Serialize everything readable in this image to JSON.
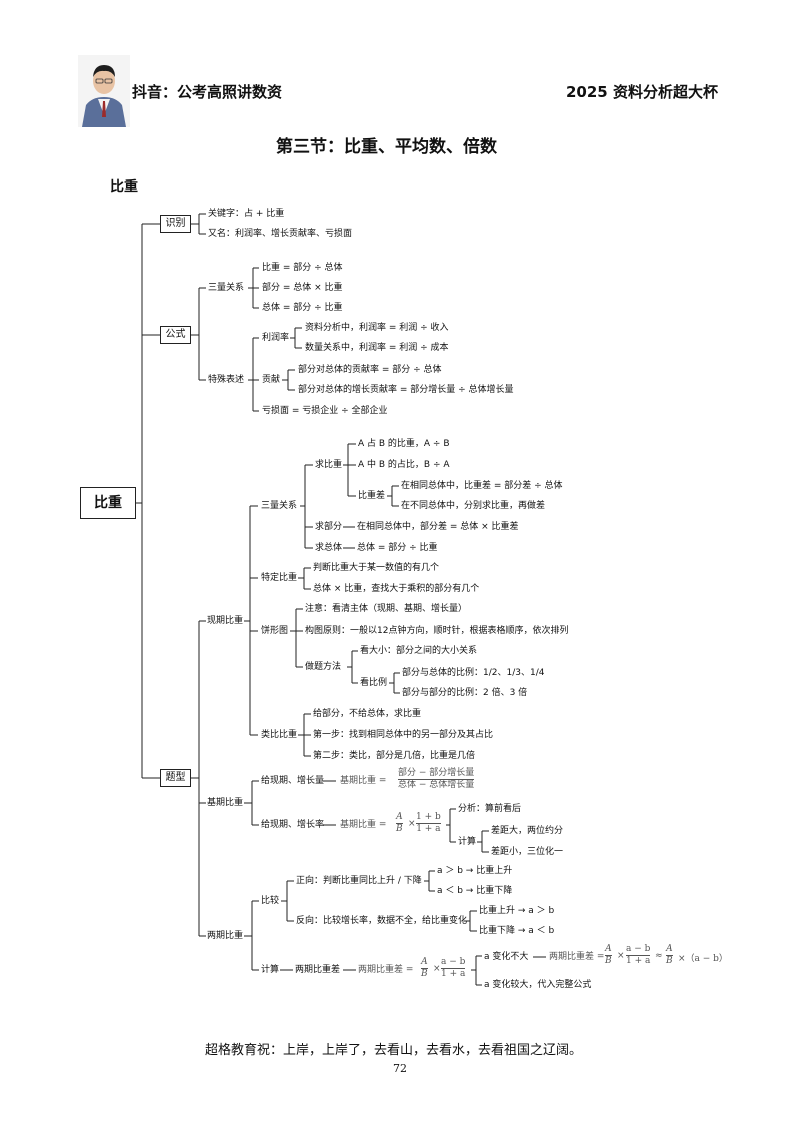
{
  "header": {
    "left_text": "抖音：公考高照讲数资",
    "right_text": "2025 资料分析超大杯"
  },
  "section_title": "第三节：比重、平均数、倍数",
  "subsection": "比重",
  "tree": {
    "root": "比重",
    "l1": {
      "identify": "识别",
      "formula": "公式",
      "question_types": "题型"
    },
    "identify": {
      "keyword": "关键字：占 + 比重",
      "alias": "又名：利润率、增长贡献率、亏损面"
    },
    "formula": {
      "three_relations": "三量关系",
      "r1": "比重 = 部分 ÷ 总体",
      "r2": "部分 = 总体 × 比重",
      "r3": "总体 = 部分 ÷ 比重",
      "special": "特殊表述",
      "profit_rate": "利润率",
      "pr1": "资料分析中，利润率 = 利润 ÷ 收入",
      "pr2": "数量关系中，利润率 = 利润 ÷ 成本",
      "contribution": "贡献",
      "c1": "部分对总体的贡献率 = 部分 ÷ 总体",
      "c2": "部分对总体的增长贡献率 = 部分增长量 ÷ 总体增长量",
      "loss": "亏损面 = 亏损企业 ÷ 全部企业"
    },
    "current": {
      "label": "现期比重",
      "three_relations": "三量关系",
      "find_ratio": "求比重",
      "fr1": "A 占 B 的比重，A ÷ B",
      "fr2": "A 中 B 的占比，B ÷ A",
      "ratio_diff": "比重差",
      "rd1": "在相同总体中，比重差 = 部分差 ÷ 总体",
      "rd2": "在不同总体中，分别求比重，再做差",
      "find_part": "求部分",
      "fp": "在相同总体中，部分差 = 总体 × 比重差",
      "find_total": "求总体",
      "ft": "总体 = 部分 ÷ 比重",
      "given": "特定比重",
      "g1": "判断比重大于某一数值的有几个",
      "g2": "总体 × 比重，查找大于乘积的部分有几个",
      "pie": "饼形图",
      "p1": "注意：看清主体（现期、基期、增长量）",
      "p2": "构图原则：一般以12点钟方向，顺时针，根据表格顺序，依次排列",
      "method": "做题方法",
      "m1": "看大小：部分之间的大小关系",
      "m_ratio": "看比例",
      "m2": "部分与总体的比例：1/2、1/3、1/4",
      "m3": "部分与部分的比例：2 倍、3 倍",
      "analog": "类比比重",
      "a1": "给部分，不给总体，求比重",
      "a2": "第一步：找到相同总体中的另一部分及其占比",
      "a3": "第二步：类比，部分是几倍，比重是几倍"
    },
    "base": {
      "label": "基期比重",
      "b1": "给现期、增长量",
      "b1_formula_lhs": "基期比重 =",
      "b1_num": "部分 − 部分增长量",
      "b1_den": "总体 − 总体增长量",
      "b2": "给现期、增长率",
      "b2_formula_lhs": "基期比重 =",
      "frac_AB_n": "A",
      "frac_AB_d": "B",
      "times": "×",
      "frac_1b_n": "1 + b",
      "frac_1b_d": "1 + a",
      "analysis": "分析：算前看后",
      "calc": "计算",
      "calc1": "差距大，两位约分",
      "calc2": "差距小，三位化一"
    },
    "two_period": {
      "label": "两期比重",
      "compare": "比较",
      "forward": "正向：判断比重同比上升 / 下降",
      "f1": "a ＞ b → 比重上升",
      "f2": "a ＜ b → 比重下降",
      "reverse": "反向：比较增长率，数据不全，给比重变化",
      "rv1": "比重上升 → a ＞ b",
      "rv2": "比重下降 → a ＜ b",
      "calc": "计算",
      "diff": "两期比重差",
      "diff_formula_lhs": "两期比重差 =",
      "frac_ab_n": "a − b",
      "frac_ab_d": "1 + a",
      "small": "a 变化不大",
      "small_formula_lhs": "两期比重差 =",
      "approx": "≈",
      "tail": "×（a − b）",
      "large": "a 变化较大，代入完整公式"
    }
  },
  "footer": {
    "motto": "超格教育祝：上岸，上岸了，去看山，去看水，去看祖国之辽阔。",
    "page_number": "72"
  }
}
